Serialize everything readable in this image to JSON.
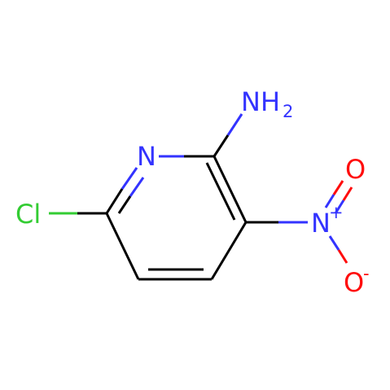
{
  "molecule": {
    "atoms": {
      "chlorine": {
        "label": "Cl",
        "color": "#33cc33"
      },
      "ring_nitrogen": {
        "label": "N",
        "color": "#3333ff"
      },
      "amine": {
        "label": "NH",
        "subscript": "2",
        "color": "#3333ff"
      },
      "nitro_nitrogen": {
        "label": "N",
        "charge": "+",
        "color": "#3333ff"
      },
      "nitro_oxygen_double": {
        "label": "O",
        "color": "#ff0d0d"
      },
      "nitro_oxygen_single": {
        "label": "O",
        "charge": "-",
        "color": "#ff0d0d"
      }
    },
    "bond_color": "#000000"
  }
}
